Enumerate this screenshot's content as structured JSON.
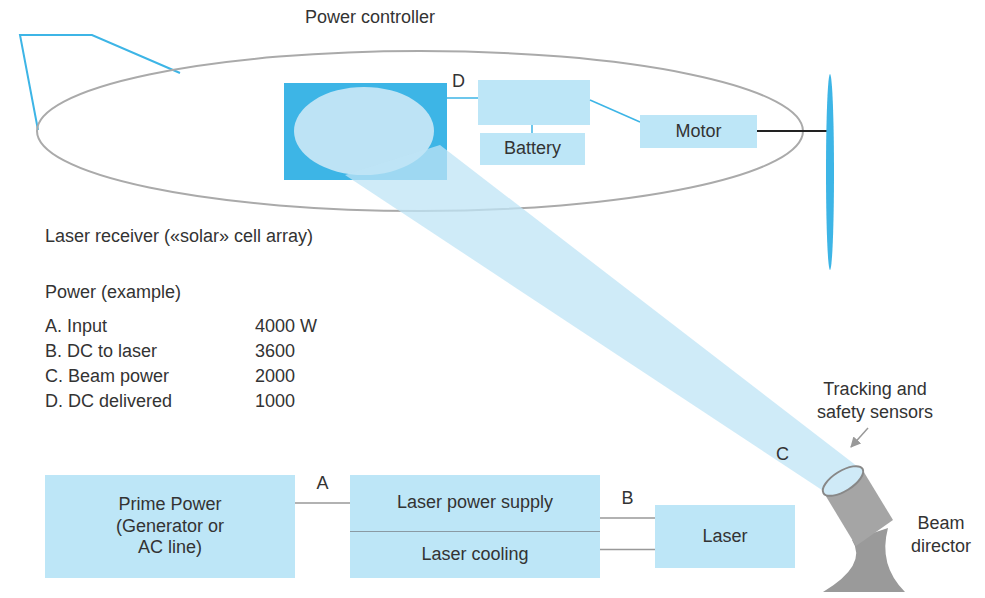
{
  "diagram": {
    "nodes": [
      {
        "text": [
          "Battery"
        ]
      },
      {
        "text": [
          "Motor"
        ]
      },
      {
        "text": [
          "Prime Power (Generator or AC line)"
        ]
      },
      {
        "text": [
          "Laser power supply"
        ]
      },
      {
        "text": [
          "Laser cooling"
        ]
      },
      {
        "text": [
          "Laser"
        ]
      }
    ],
    "edges": [
      {
        "from": 2,
        "to": 3,
        "label": "A",
        "arrow": "none"
      },
      {
        "from": 3,
        "to": 5,
        "label": "B",
        "arrow": "none"
      },
      {
        "from": 4,
        "to": 5,
        "arrow": "none"
      }
    ],
    "labels": [
      "Power controller",
      "D",
      "Laser receiver («solar» cell array)",
      "Power (example)",
      "A. Input",
      "4000 W",
      "B. DC to laser",
      "3600",
      "C. Beam power",
      "2000",
      "D. DC delivered",
      "1000",
      "Tracking and safety sensors",
      "C",
      "Beam director"
    ]
  }
}
